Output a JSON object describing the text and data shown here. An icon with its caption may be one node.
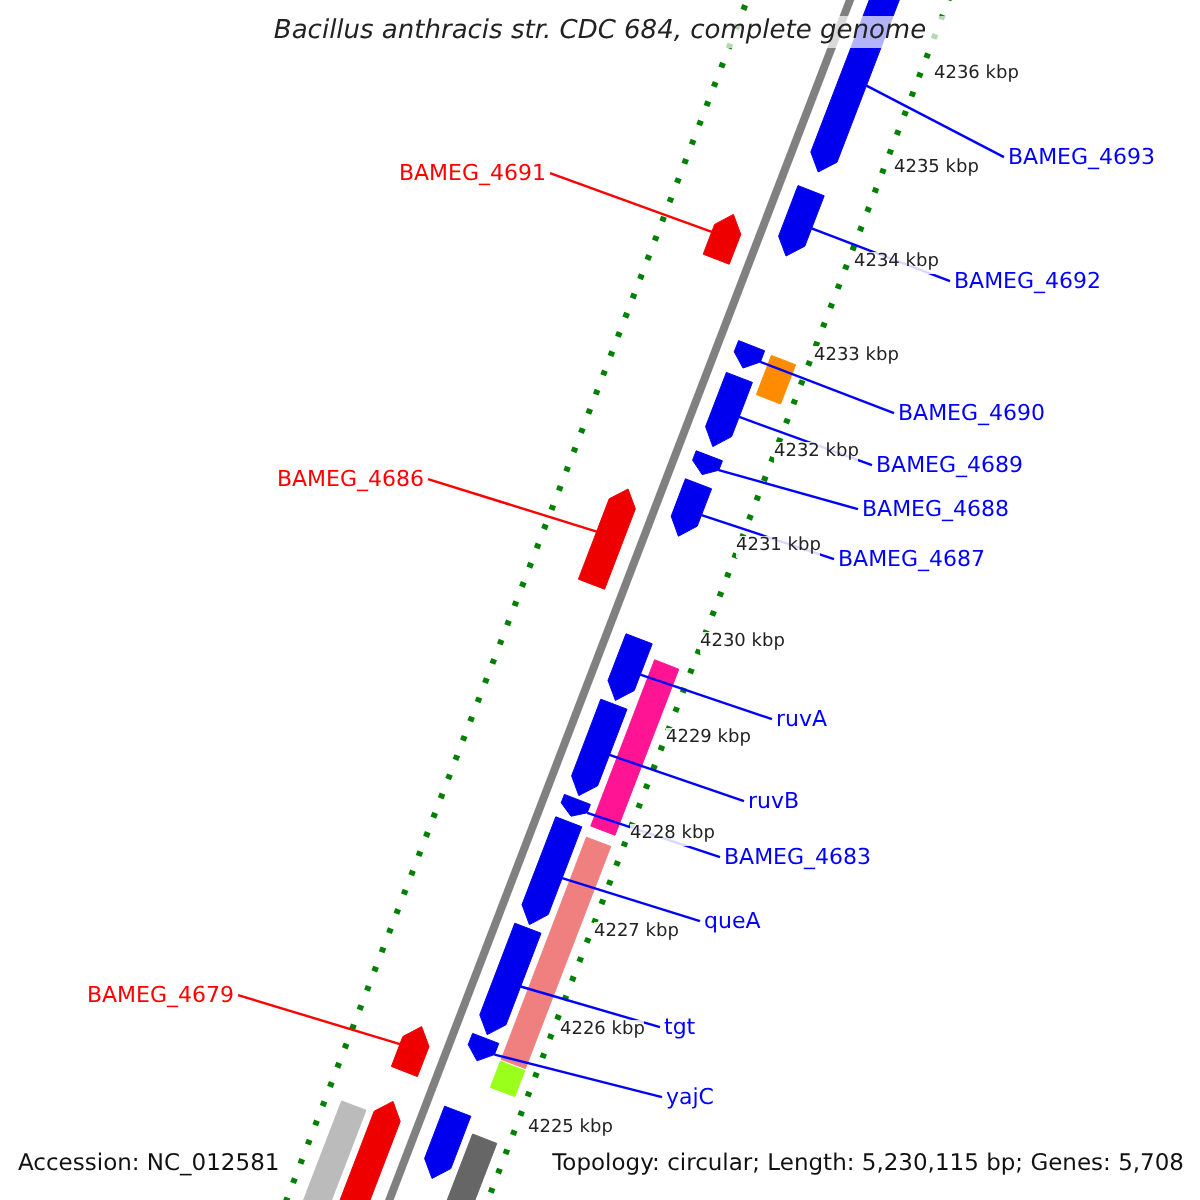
{
  "diagram": {
    "title": "Bacillus anthracis str. CDC 684, complete genome",
    "nodes": [
      {
        "text": [
          "BAMEG_4693"
        ]
      },
      {
        "text": [],
        "shape": "arrow"
      },
      {
        "text": [
          "BAMEG_4691"
        ]
      },
      {
        "text": [],
        "shape": "arrow"
      },
      {
        "text": [
          "BAMEG_4692"
        ]
      },
      {
        "text": [],
        "shape": "arrow"
      },
      {
        "text": [
          "BAMEG_4690"
        ]
      },
      {
        "text": [],
        "shape": "arrow"
      },
      {
        "text": [
          "BAMEG_4689"
        ]
      },
      {
        "text": [],
        "shape": "arrow"
      },
      {
        "text": [
          "BAMEG_4688"
        ]
      },
      {
        "text": [],
        "shape": "arrow"
      },
      {
        "text": [
          "BAMEG_4687"
        ]
      },
      {
        "text": [],
        "shape": "arrow"
      },
      {
        "text": [
          "BAMEG_4686"
        ]
      },
      {
        "text": [],
        "shape": "arrow"
      },
      {
        "text": [
          "ruvA"
        ]
      },
      {
        "text": [],
        "shape": "arrow"
      },
      {
        "text": [
          "ruvB"
        ]
      },
      {
        "text": [],
        "shape": "arrow"
      },
      {
        "text": [
          "BAMEG_4683"
        ]
      },
      {
        "text": [],
        "shape": "arrow"
      },
      {
        "text": [
          "queA"
        ]
      },
      {
        "text": [],
        "shape": "arrow"
      },
      {
        "text": [
          "tgt"
        ]
      },
      {
        "text": [],
        "shape": "arrow"
      },
      {
        "text": [
          "BAMEG_4679"
        ]
      },
      {
        "text": [],
        "shape": "arrow"
      },
      {
        "text": [
          "yajC"
        ]
      },
      {
        "text": [],
        "shape": "arrow"
      },
      {
        "text": [],
        "shape": "box"
      },
      {
        "text": [],
        "shape": "box"
      },
      {
        "text": [],
        "shape": "box"
      },
      {
        "text": [],
        "shape": "box"
      },
      {
        "text": [],
        "shape": "box"
      },
      {
        "text": [],
        "shape": "arrow"
      },
      {
        "text": [],
        "shape": "arrow"
      },
      {
        "text": [],
        "shape": "box"
      }
    ],
    "edges": [
      {
        "from": 0,
        "to": 1,
        "arrow": "none"
      },
      {
        "from": 2,
        "to": 3,
        "arrow": "none",
        "color": "#ff0000"
      },
      {
        "from": 4,
        "to": 5,
        "arrow": "none"
      },
      {
        "from": 6,
        "to": 7,
        "arrow": "none"
      },
      {
        "from": 8,
        "to": 9,
        "arrow": "none"
      },
      {
        "from": 10,
        "to": 11,
        "arrow": "none"
      },
      {
        "from": 12,
        "to": 13,
        "arrow": "none"
      },
      {
        "from": 14,
        "to": 15,
        "arrow": "none",
        "color": "#ff0000"
      },
      {
        "from": 16,
        "to": 17,
        "arrow": "none"
      },
      {
        "from": 18,
        "to": 19,
        "arrow": "none"
      },
      {
        "from": 20,
        "to": 21,
        "arrow": "none"
      },
      {
        "from": 22,
        "to": 23,
        "arrow": "none"
      },
      {
        "from": 24,
        "to": 25,
        "arrow": "none"
      },
      {
        "from": 26,
        "to": 27,
        "arrow": "none",
        "color": "#ff0000"
      },
      {
        "from": 28,
        "to": 29,
        "arrow": "none"
      }
    ],
    "labels": [
      "4236 kbp",
      "4235 kbp",
      "4234 kbp",
      "4233 kbp",
      "4232 kbp",
      "4231 kbp",
      "4230 kbp",
      "4229 kbp",
      "4228 kbp",
      "4227 kbp",
      "4226 kbp",
      "4225 kbp",
      "Accession: NC_012581",
      "Topology: circular; Length: 5,230,115 bp; Genes: 5,708"
    ]
  }
}
